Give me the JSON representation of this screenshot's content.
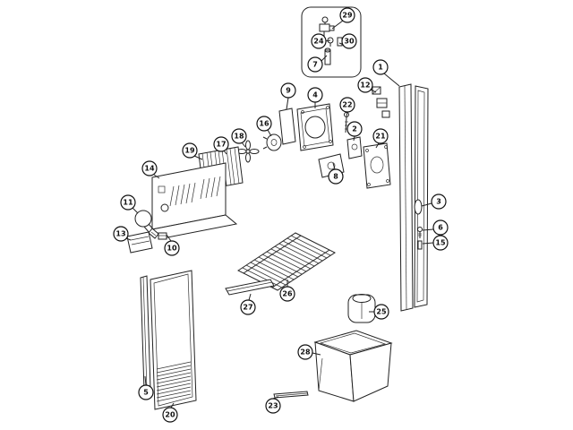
{
  "figure": {
    "background_color": "#ffffff",
    "line_color": "#222222",
    "type": "exploded-parts-diagram"
  },
  "callouts": {
    "c1": "1",
    "c2": "2",
    "c3": "3",
    "c4": "4",
    "c5": "5",
    "c6": "6",
    "c7": "7",
    "c8": "8",
    "c9": "9",
    "c10": "10",
    "c11": "11",
    "c12": "12",
    "c13": "13",
    "c14": "14",
    "c15": "15",
    "c16": "16",
    "c17": "17",
    "c18": "18",
    "c19": "19",
    "c20": "20",
    "c21": "21",
    "c22": "22",
    "c23": "23",
    "c24": "24",
    "c25": "25",
    "c26": "26",
    "c27": "27",
    "c28": "28",
    "c29": "29",
    "c30": "30"
  },
  "part_icons": [
    "water-valve-icon",
    "fill-tube-icon",
    "freezer-door-icon",
    "door-handle-icon",
    "screw-icon",
    "pin-icon",
    "door-clip-icon",
    "fan-shroud-icon",
    "gasket-plate-icon",
    "mounting-bolt-icon",
    "fan-motor-icon",
    "fan-blade-icon",
    "motor-pin-icon",
    "air-grille-icon",
    "evaporator-cover-icon",
    "light-bulb-icon",
    "lamp-socket-icon",
    "clip-icon",
    "heater-plate-icon",
    "bracket-icon",
    "control-bracket-icon",
    "wire-shelf-icon",
    "shelf-rail-icon",
    "ice-cup-icon",
    "ice-bucket-icon",
    "side-panel-icon",
    "panel-strip-icon",
    "trim-strip-icon"
  ]
}
